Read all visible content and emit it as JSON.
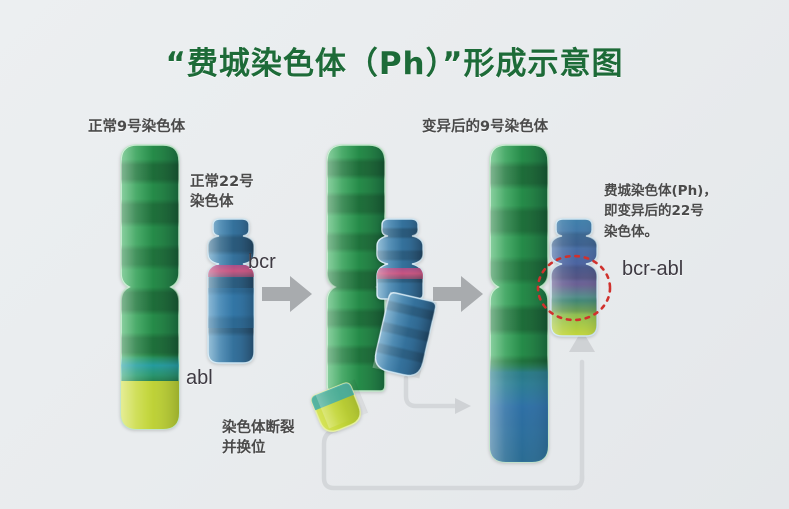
{
  "title": "“费城染色体（Ph）”形成示意图",
  "title_color": "#1d6b38",
  "background_color": "#eceff1",
  "labels": {
    "chr9_normal": "正常9号染色体",
    "chr22_normal": "正常22号\n染色体",
    "chr9_mutated": "变异后的9号染色体",
    "philadelphia": "费城染色体(Ph)，\n即变异后的22号\n染色体。",
    "breakage": "染色体断裂\n并换位",
    "bcr": "bcr",
    "abl": "abl",
    "bcr_abl": "bcr-abl"
  },
  "colors": {
    "chromosome9_green": "#2f9e4f",
    "chromosome9_band_dark": "#1f7a3c",
    "chromosome22_blue": "#3f7ea6",
    "chromosome22_band_dark": "#2b5f84",
    "bcr_band_pink": "#d0527f",
    "abl_tip_yellow": "#c3d63a",
    "teal_band": "#2aa3b8",
    "highlight_circle_red": "#d0312d",
    "arrow_gray": "#a8abae",
    "connector_gray": "#d4d7da",
    "label_gray": "#4a4a4a"
  },
  "diagram": {
    "type": "biology-schematic",
    "subject": "BCR-ABL translocation t(9;22) forming the Philadelphia chromosome",
    "stages": [
      {
        "index": 1,
        "name": "normal-chromosomes",
        "elements": [
          "正常9号染色体",
          "正常22号染色体"
        ],
        "annotations": [
          "abl (9号染色体末端)",
          "bcr (22号染色体)"
        ]
      },
      {
        "index": 2,
        "name": "breakage-and-translocation",
        "elements": [
          "断裂的9号染色体",
          "断裂的22号染色体"
        ],
        "annotations": [
          "染色体断裂并换位"
        ]
      },
      {
        "index": 3,
        "name": "result",
        "elements": [
          "变异后的9号染色体",
          "费城染色体(Ph)"
        ],
        "annotations": [
          "bcr-abl 融合基因"
        ]
      }
    ]
  }
}
